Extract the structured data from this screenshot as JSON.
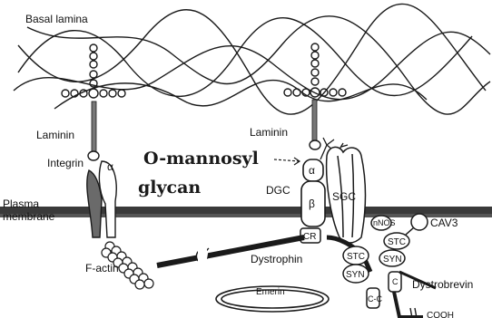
{
  "labels": {
    "basal_lamina": "Basal lamina",
    "laminin_left": "Laminin",
    "laminin_right": "Laminin",
    "integrin": "Integrin",
    "alpha_integrin": "α",
    "o_mannosyl": "O-mannosyl",
    "glycan": "glycan",
    "dgc": "DGC",
    "alpha_dg": "α",
    "beta_dg": "β",
    "sgc": "SGC",
    "plasma": "Plasma",
    "membrane": "membrane",
    "cr": "CR",
    "dystrophin": "Dystrophin",
    "f_actin": "F-actin",
    "emerin": "Emerin",
    "stc1": "STC",
    "syn1": "SYN",
    "nnos": "nNOS",
    "stc2": "STC",
    "syn2": "SYN",
    "cav3": "CAV3",
    "cc1": "C-C",
    "cc2": "C",
    "dystrobrevin": "Dystrobrevin",
    "cooh": "COOH"
  },
  "colors": {
    "ink": "#1a1a1a",
    "membrane": "#3a3a3a",
    "background": "#ffffff"
  }
}
